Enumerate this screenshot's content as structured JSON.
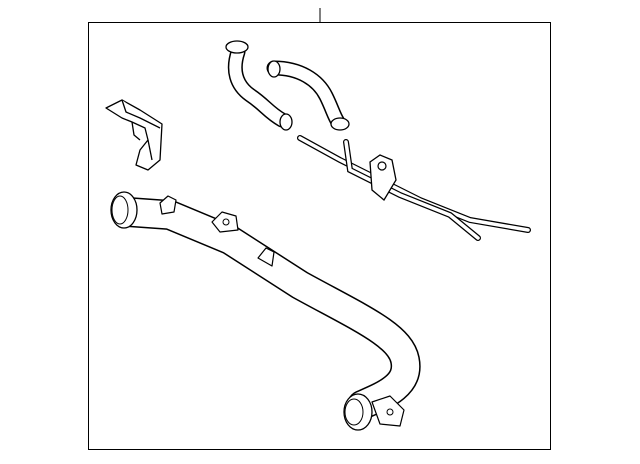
{
  "diagram": {
    "stroke_color": "#000000",
    "background": "#ffffff",
    "parts": [
      {
        "id": "bracket",
        "icon": "mounting-bracket-icon"
      },
      {
        "id": "upper-hose-1",
        "icon": "hose-icon"
      },
      {
        "id": "upper-hose-2",
        "icon": "hose-icon"
      },
      {
        "id": "bypass-tubes",
        "icon": "tube-assembly-icon"
      },
      {
        "id": "water-pipe",
        "icon": "coolant-pipe-icon"
      }
    ]
  }
}
